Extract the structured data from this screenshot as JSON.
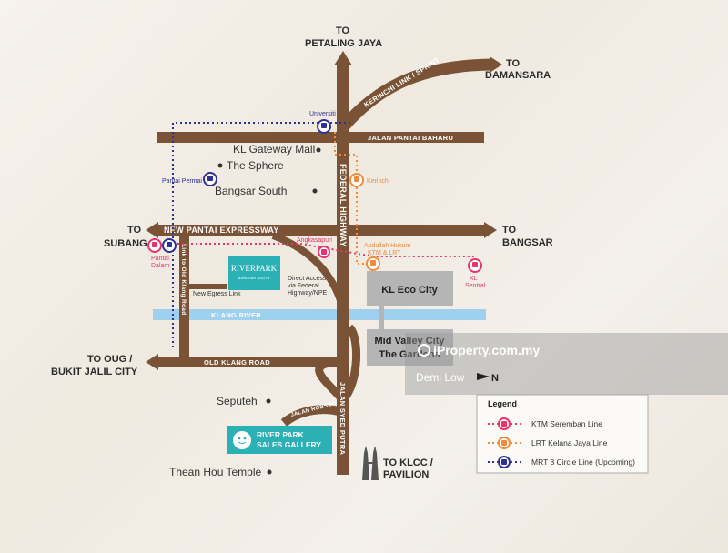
{
  "directions": {
    "petaling_jaya_to": "TO",
    "petaling_jaya": "PETALING JAYA",
    "damansara_to": "TO",
    "damansara": "DAMANSARA",
    "subang_to": "TO",
    "subang": "SUBANG",
    "bangsar_to": "TO",
    "bangsar": "BANGSAR",
    "oug_line1": "TO OUG /",
    "oug_line2": "BUKIT JALIL CITY",
    "klcc_line1": "TO KLCC /",
    "klcc_line2": "PAVILION"
  },
  "roads": {
    "kerinchi": "KERINCHI LINK / SPRINT",
    "pantai_baharu": "JALAN PANTAI BAHARU",
    "npe": "NEW PANTAI EXPRESSWAY",
    "federal": "FEDERAL HIGHWAY",
    "klang_river": "KLANG RIVER",
    "old_klang": "OLD KLANG ROAD",
    "link_old_klang": "Link to Old Klang Road",
    "syed_putra": "JALAN SYED PUTRA",
    "robson": "JALAN ROBSON",
    "new_egress": "New Egress Link",
    "direct_access": [
      "Direct Access",
      "via Federal",
      "Highway/NPE"
    ]
  },
  "places": {
    "kl_gateway": "KL Gateway Mall",
    "the_sphere": "The Sphere",
    "bangsar_south": "Bangsar South",
    "seputeh": "Seputeh",
    "thean_hou": "Thean Hou Temple"
  },
  "stations": {
    "universiti": "Universiti",
    "pantai_permai": "Pantai Permai",
    "kerinchi": "Kerinchi",
    "angkasapuri": "Angkasapuri",
    "abdullah_hukum": [
      "Abdullah Hukum",
      "KTM & LRT"
    ],
    "pantai_dalam": [
      "Pantai",
      "Dalam"
    ],
    "kl_sentral": [
      "KL",
      "Sentral"
    ]
  },
  "boxes": {
    "kl_eco_city": "KL Eco City",
    "mid_valley_1": "Mid Valley City",
    "mid_valley_2": "The Gardens"
  },
  "logo": {
    "name": "RIVERPARK",
    "tagline": "BANGSAR SOUTH"
  },
  "sales_gallery": {
    "line1": "RIVER PARK",
    "line2": "SALES GALLERY"
  },
  "watermark": {
    "site": "iProperty.com.my",
    "agent": "Demi Low"
  },
  "compass": "N",
  "legend": {
    "title": "Legend",
    "items": [
      {
        "label": "KTM Seremban Line",
        "color": "#e8336d"
      },
      {
        "label": "LRT Kelana Jaya Line",
        "color": "#f28a3c"
      },
      {
        "label": "MRT 3 Circle Line (Upcoming)",
        "color": "#2e3192"
      }
    ]
  },
  "colors": {
    "road": "#7a5336",
    "river": "#9fd0ee",
    "ktm": "#e8336d",
    "lrt": "#f28a3c",
    "mrt": "#2e3192",
    "teal": "#2ab0b5",
    "box": "#b5b5b5"
  }
}
